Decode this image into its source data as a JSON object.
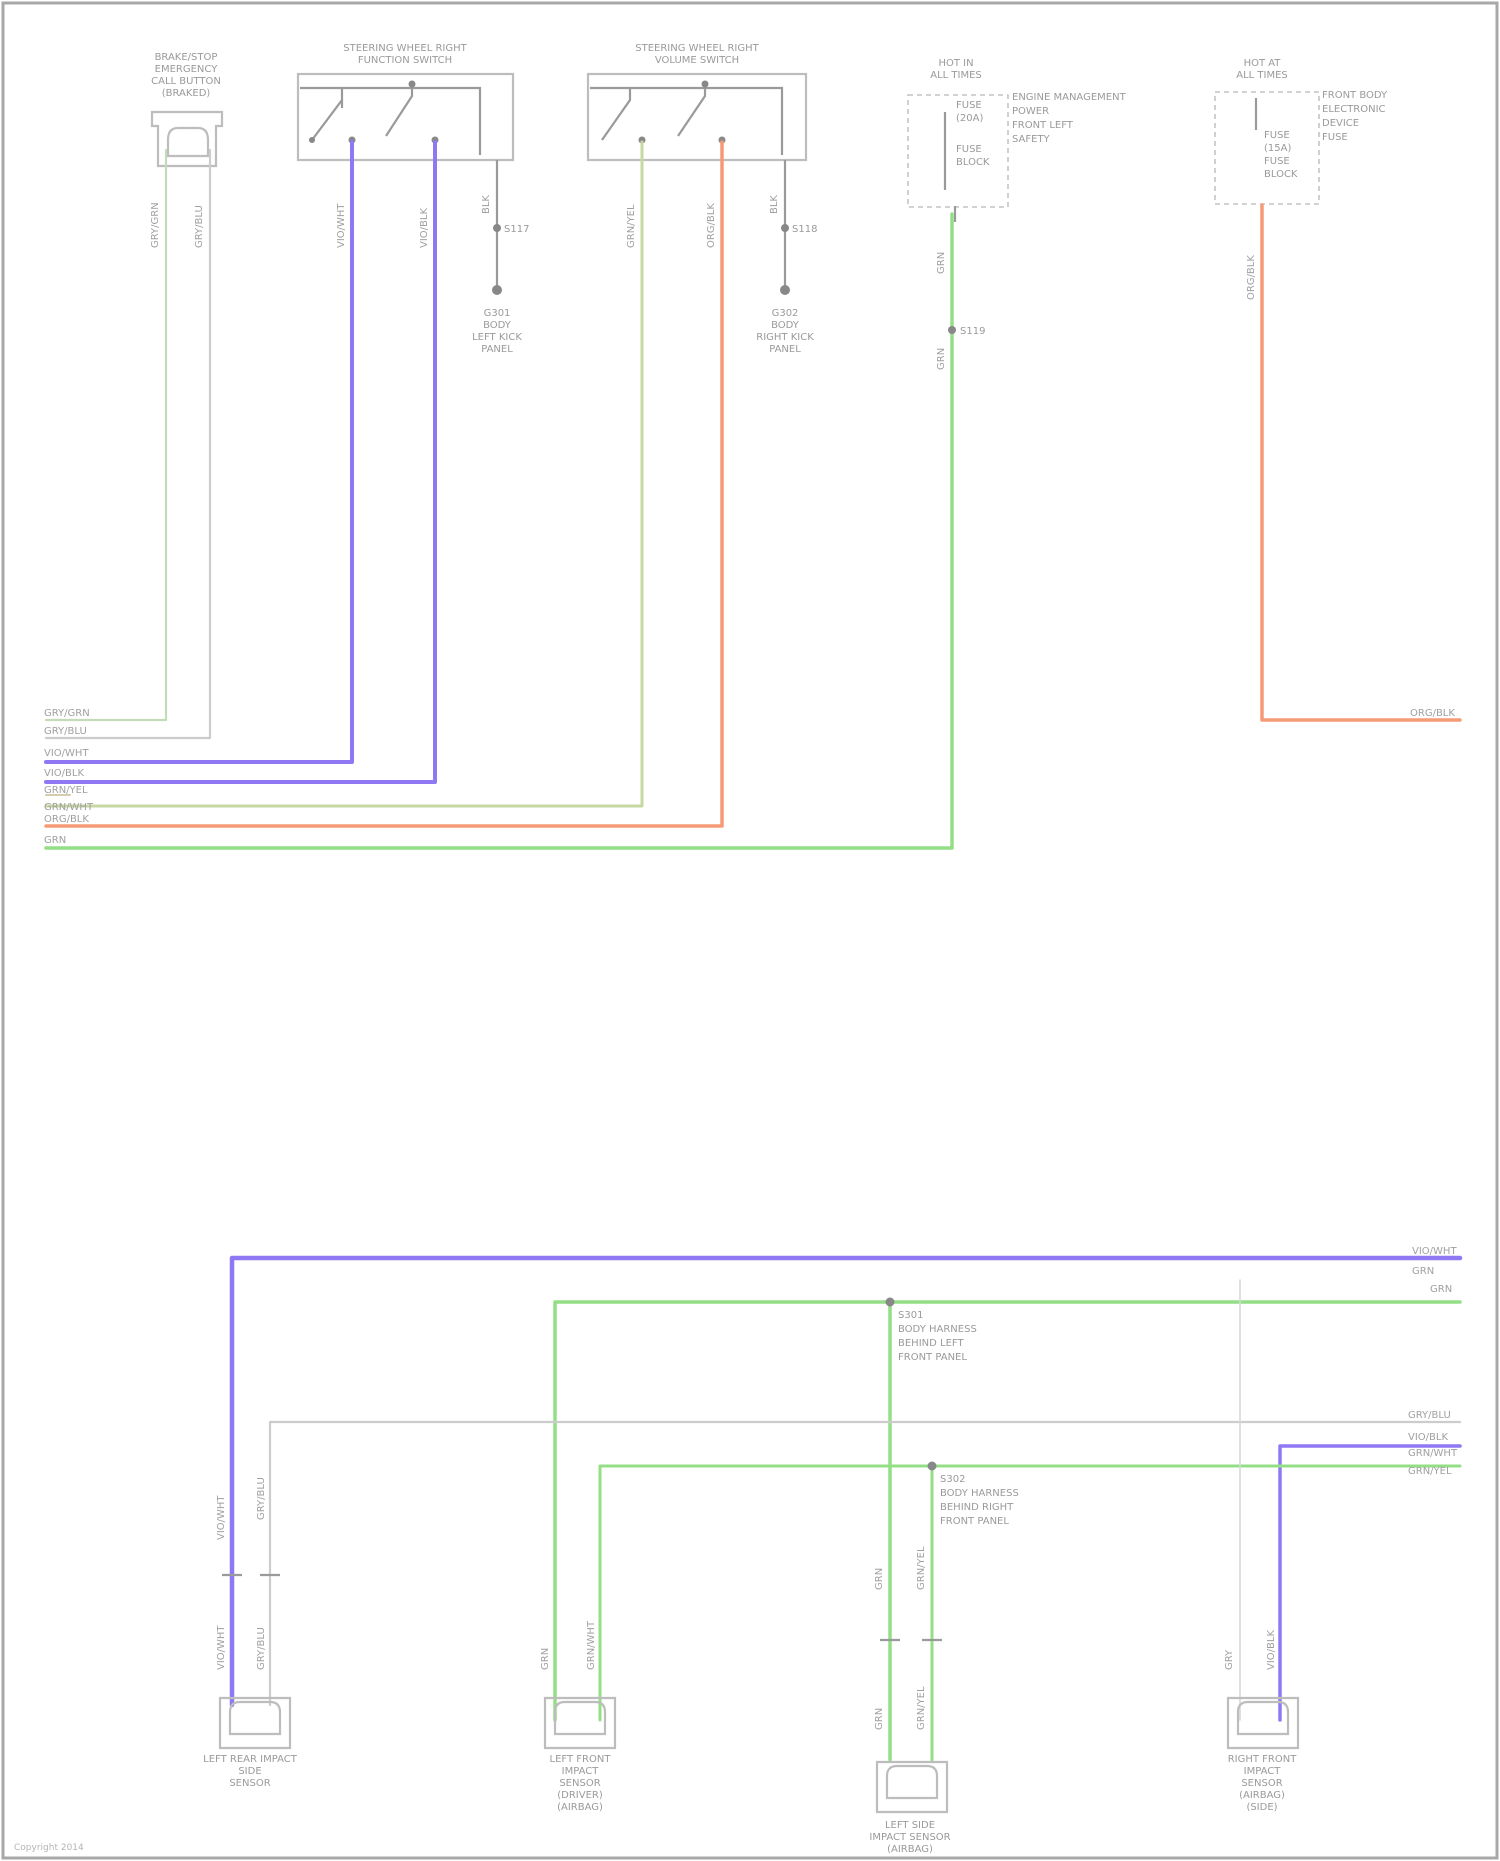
{
  "colors": {
    "grey": "#c9c9c9",
    "violet": "#8f78f3",
    "green": "#94df86",
    "orange": "#f59a77",
    "olive": "#c7d8a2"
  },
  "top_components": {
    "c1": [
      "BRAKE/STOP",
      "EMERGENCY",
      "CALL BUTTON",
      "(BRAKED)"
    ],
    "c2": [
      "STEERING WHEEL RIGHT",
      "FUNCTION SWITCH"
    ],
    "c3": [
      "STEERING WHEEL RIGHT",
      "VOLUME SWITCH"
    ],
    "c4_title": [
      "HOT IN",
      "ALL TIMES"
    ],
    "c4_box": [
      "FUSE",
      "(20A)",
      "FUSE",
      "BLOCK"
    ],
    "c4_side": [
      "ENGINE MANAGEMENT",
      "POWER ",
      "FRONT LEFT",
      "SAFETY"
    ],
    "c5_title": [
      "HOT AT",
      "ALL TIMES"
    ],
    "c5_box": [
      "FUSE",
      "(15A)",
      "FUSE",
      "BLOCK"
    ],
    "c5_side": [
      "FRONT BODY",
      "ELECTRONIC",
      "DEVICE",
      "FUSE"
    ]
  },
  "grounds": {
    "g1": [
      "G301",
      "BODY",
      "LEFT KICK",
      "PANEL"
    ],
    "g2": [
      "G302",
      "BODY",
      "RIGHT KICK",
      "PANEL"
    ]
  },
  "splices": {
    "s1": "S117",
    "s2": "S118",
    "s3": "S119"
  },
  "top_wire_labels": {
    "c1a": "GRY/GRN",
    "c1b": "GRY/BLU",
    "c2a": "VIO/WHT",
    "c2b": "VIO/BLK",
    "c2c": "BLK",
    "c3a": "GRN/YEL",
    "c3b": "ORG/BLK",
    "c3c": "BLK",
    "c4": "GRN",
    "c4b": "GRN",
    "c5": "ORG/BLK"
  },
  "left_connector": [
    "GRY/GRN",
    "GRY/BLU",
    "VIO/WHT",
    "VIO/BLK",
    "GRN/YEL",
    "GRN/WHT",
    "ORG/BLK",
    "GRN"
  ],
  "right_top_label": "ORG/BLK",
  "right_bottom": [
    "VIO/WHT",
    "GRN",
    "GRN",
    "GRY/BLU",
    "VIO/BLK",
    "GRN/WHT",
    "GRN/YEL"
  ],
  "bottom_annotations": {
    "a1": [
      "S301",
      "BODY HARNESS",
      "BEHIND LEFT",
      "FRONT PANEL"
    ],
    "a2": [
      "S302",
      "BODY HARNESS",
      "BEHIND RIGHT",
      "FRONT PANEL"
    ]
  },
  "bottom_wire_labels": {
    "b1a": "VIO/WHT",
    "b1b": "GRY/BLU",
    "b1c": "VIO/WHT",
    "b1d": "GRY/BLU",
    "b2a": "GRN",
    "b2b": "GRN/WHT",
    "b3a": "GRN",
    "b3b": "GRN/YEL",
    "b3c": "GRN",
    "b3d": "GRN/YEL",
    "b4a": "GRY",
    "b4b": "VIO/BLK"
  },
  "sensors": {
    "s1": [
      "LEFT REAR IMPACT",
      "SIDE",
      "SENSOR"
    ],
    "s2": [
      "LEFT FRONT",
      "IMPACT",
      "SENSOR",
      "(DRIVER)",
      "(AIRBAG)"
    ],
    "s3": [
      "LEFT SIDE",
      "IMPACT SENSOR",
      "(AIRBAG)"
    ],
    "s4": [
      "RIGHT FRONT",
      "IMPACT",
      "SENSOR",
      "(AIRBAG)",
      "(SIDE)"
    ]
  },
  "footer": "Copyright 2014"
}
